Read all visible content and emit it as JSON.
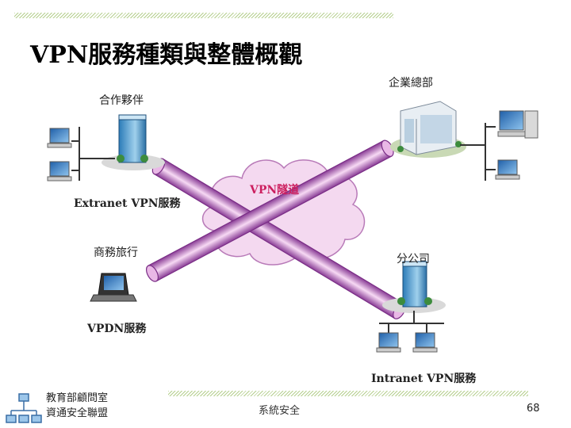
{
  "title": "VPN服務種類與整體概觀",
  "labels": {
    "partner": "合作夥伴",
    "hq": "企業總部",
    "business_travel": "商務旅行",
    "branch": "分公司",
    "vpn_tunnel": "VPN隧道",
    "extranet": "Extranet VPN服務",
    "vpdn": "VPDN服務",
    "intranet": "Intranet VPN服務"
  },
  "footer": {
    "org_line1": "教育部顧問室",
    "org_line2": "資通安全聯盟",
    "center": "系統安全",
    "page": "68"
  },
  "colors": {
    "tunnel": "#f2c8ee",
    "tunnel_edge": "#7a2e86",
    "tunnel_label": "#cc1f5f",
    "cloud": "#f4d9f0",
    "hatch": "#b5cf8e"
  },
  "icons": [
    "building-icon",
    "pc-icon",
    "laptop-icon",
    "network-icon"
  ]
}
